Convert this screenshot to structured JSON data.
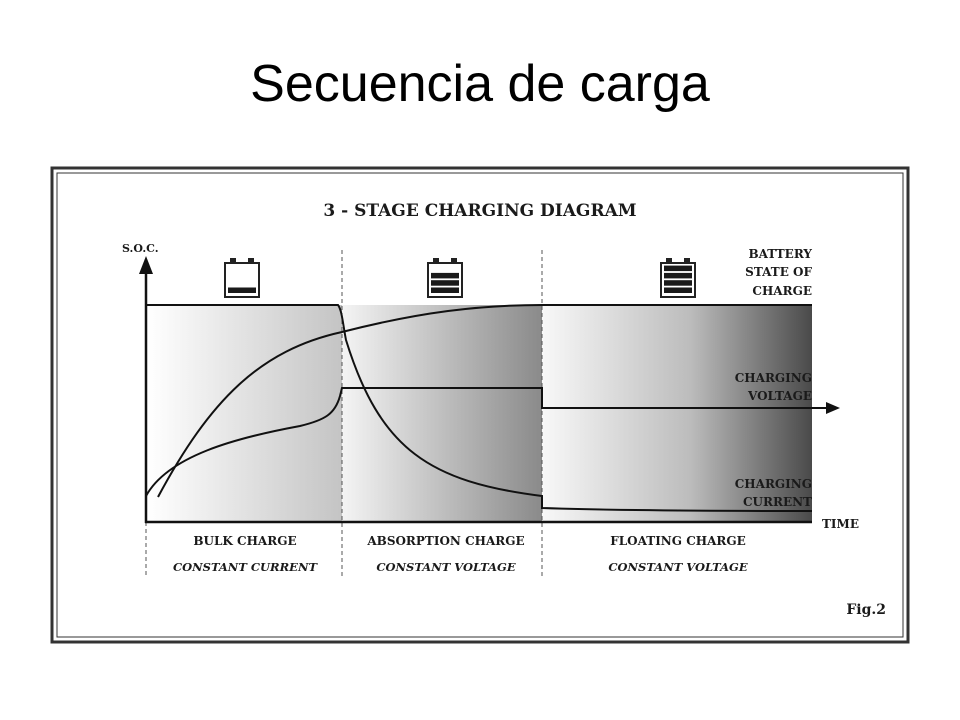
{
  "slide": {
    "title": "Secuencia de carga"
  },
  "figure": {
    "title": "3 - STAGE CHARGING DIAGRAM",
    "y_axis_label": "S.O.C.",
    "x_axis_label": "TIME",
    "figure_label": "Fig.2",
    "curves": {
      "soc": [
        "BATTERY",
        "STATE OF",
        "CHARGE"
      ],
      "voltage": [
        "CHARGING",
        "VOLTAGE"
      ],
      "current": [
        "CHARGING",
        "CURRENT"
      ]
    },
    "stages": [
      {
        "name": "BULK CHARGE",
        "mode": "CONSTANT CURRENT",
        "battery_bars": 1
      },
      {
        "name": "ABSORPTION CHARGE",
        "mode": "CONSTANT VOLTAGE",
        "battery_bars": 3
      },
      {
        "name": "FLOATING CHARGE",
        "mode": "CONSTANT VOLTAGE",
        "battery_bars": 4
      }
    ]
  }
}
